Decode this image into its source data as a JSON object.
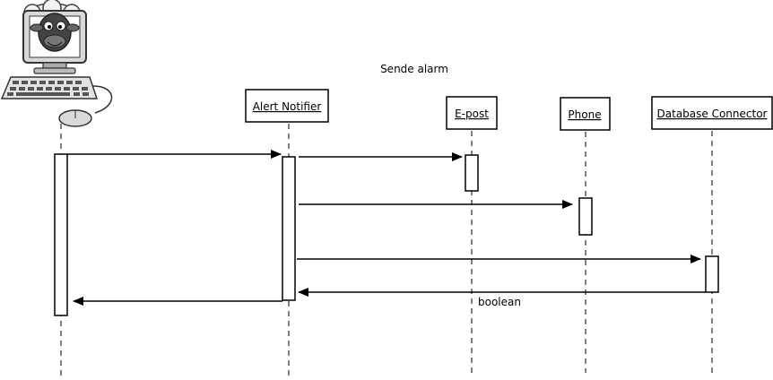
{
  "diagram": {
    "title": "Sende alarm",
    "participants": [
      {
        "id": "user",
        "label": ""
      },
      {
        "id": "alert",
        "label": "Alert Notifier"
      },
      {
        "id": "epost",
        "label": "E-post"
      },
      {
        "id": "phone",
        "label": "Phone"
      },
      {
        "id": "db",
        "label": "Database Connector"
      }
    ],
    "messages": [
      {
        "from": "user",
        "to": "alert",
        "label": ""
      },
      {
        "from": "alert",
        "to": "epost",
        "label": ""
      },
      {
        "from": "alert",
        "to": "phone",
        "label": ""
      },
      {
        "from": "alert",
        "to": "db",
        "label": ""
      },
      {
        "from": "db",
        "to": "alert",
        "label": "boolean"
      },
      {
        "from": "alert",
        "to": "user",
        "label": ""
      }
    ]
  }
}
